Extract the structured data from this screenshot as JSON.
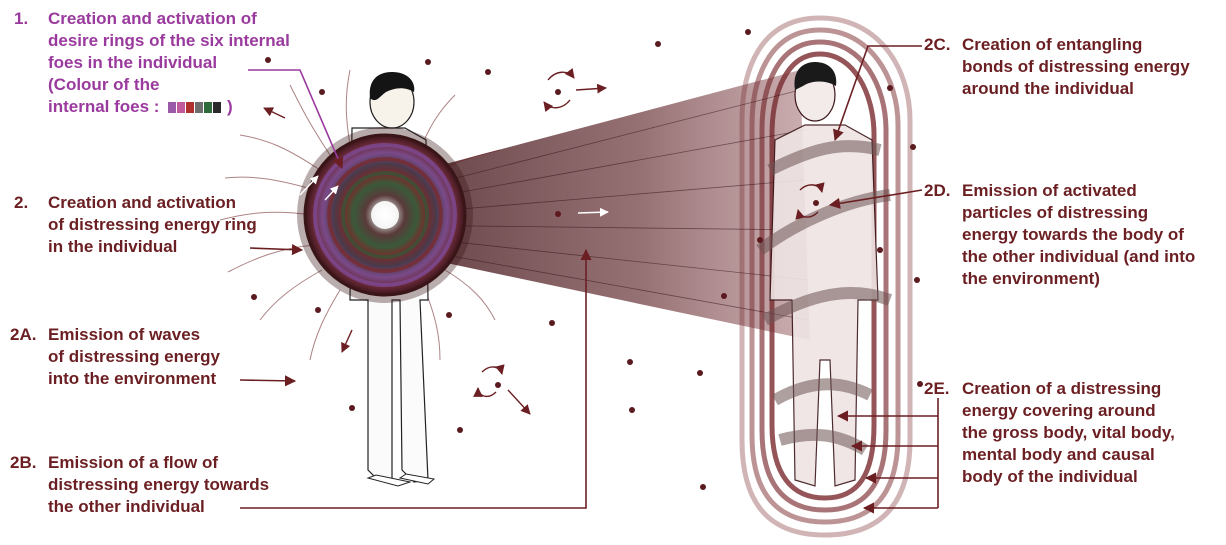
{
  "labels": {
    "l1": {
      "num": "1.",
      "lines": [
        "Creation and activation of",
        "desire rings of the six internal",
        "foes in the individual",
        "(Colour of the"
      ],
      "last_prefix": "internal foes :",
      "last_suffix": ")"
    },
    "l2": {
      "num": "2.",
      "lines": [
        "Creation and activation",
        "of distressing energy ring",
        "in the individual"
      ]
    },
    "l2a": {
      "num": "2A.",
      "lines": [
        "Emission of waves",
        "of distressing energy",
        "into the environment"
      ]
    },
    "l2b": {
      "num": "2B.",
      "lines": [
        "Emission of a flow of",
        "distressing energy towards",
        "the other individual"
      ]
    },
    "l2c": {
      "num": "2C.",
      "lines": [
        "Creation of entangling",
        "bonds of distressing energy",
        "around the individual"
      ]
    },
    "l2d": {
      "num": "2D.",
      "lines": [
        "Emission of activated",
        "particles of distressing",
        "energy towards the body of",
        "the other individual (and into",
        "the environment)"
      ]
    },
    "l2e": {
      "num": "2E.",
      "lines": [
        "Creation of a distressing",
        "energy covering around",
        "the gross body, vital body,",
        "mental body and causal",
        "body of the individual"
      ]
    }
  },
  "internal_foe_colours": [
    "#9b5aa8",
    "#c05a9c",
    "#b03030",
    "#6e6e6e",
    "#2f6a3a",
    "#2a2a2a"
  ],
  "colors": {
    "label_text": "#6b1f22",
    "label_purple": "#9a3a9e",
    "energy": "#5a1a1e",
    "arrow": "#6b1f22"
  }
}
